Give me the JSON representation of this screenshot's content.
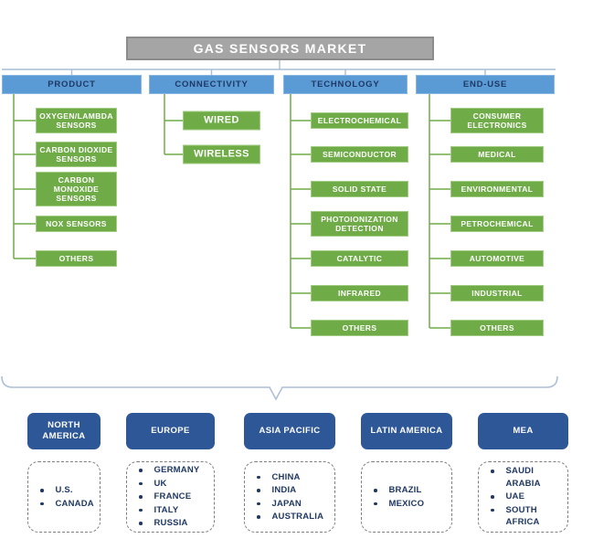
{
  "title": "GAS SENSORS MARKET",
  "colors": {
    "title_bg": "#A5A5A5",
    "title_border": "#8C8C8C",
    "header_bg": "#5B9BD5",
    "header_text": "#1F3864",
    "node_bg": "#6FAC47",
    "node_border": "#A3CC85",
    "node_text": "#FFFFFF",
    "region_bg": "#2E5797",
    "region_text": "#FFFFFF",
    "list_text": "#1F3864",
    "green_line": "#6FAC47",
    "blue_line": "#A9BDD6",
    "brace": "#AEBFD8",
    "dashed_border": "#7F7F7F"
  },
  "columns": [
    {
      "label": "PRODUCT",
      "items": [
        "OXYGEN/LAMBDA SENSORS",
        "CARBON DIOXIDE SENSORS",
        "CARBON MONOXIDE SENSORS",
        "NOX SENSORS",
        "OTHERS"
      ]
    },
    {
      "label": "CONNECTIVITY",
      "items": [
        "WIRED",
        "WIRELESS"
      ]
    },
    {
      "label": "TECHNOLOGY",
      "items": [
        "ELECTROCHEMICAL",
        "SEMICONDUCTOR",
        "SOLID STATE",
        "PHOTOIONIZATION DETECTION",
        "CATALYTIC",
        "INFRARED",
        "OTHERS"
      ]
    },
    {
      "label": "END-USE",
      "items": [
        "CONSUMER ELECTRONICS",
        "MEDICAL",
        "ENVIRONMENTAL",
        "PETROCHEMICAL",
        "AUTOMOTIVE",
        "INDUSTRIAL",
        "OTHERS"
      ]
    }
  ],
  "regions": [
    {
      "label": "NORTH AMERICA",
      "countries": [
        "U.S.",
        "CANADA"
      ]
    },
    {
      "label": "EUROPE",
      "countries": [
        "GERMANY",
        "UK",
        "FRANCE",
        "ITALY",
        "RUSSIA"
      ]
    },
    {
      "label": "ASIA PACIFIC",
      "countries": [
        "CHINA",
        "INDIA",
        "JAPAN",
        "AUSTRALIA"
      ]
    },
    {
      "label": "LATIN AMERICA",
      "countries": [
        "BRAZIL",
        "MEXICO"
      ]
    },
    {
      "label": "MEA",
      "countries": [
        "SAUDI ARABIA",
        "UAE",
        "SOUTH AFRICA"
      ]
    }
  ]
}
